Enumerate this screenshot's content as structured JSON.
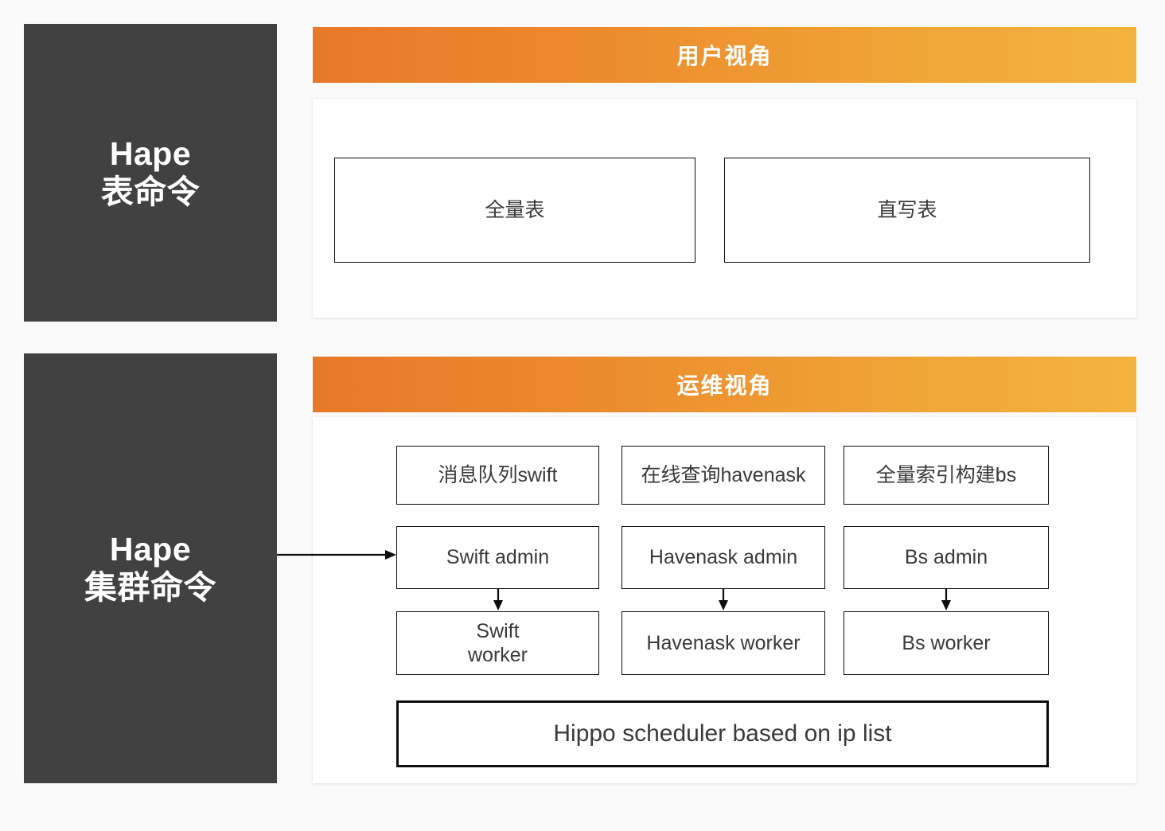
{
  "colors": {
    "panel_dark": "#414141",
    "header_gradient_start": "#e8782a",
    "header_gradient_end": "#f3b43f",
    "page_background": "#fafafa",
    "node_border": "#0d0d0d",
    "node_text": "#3a3a3a"
  },
  "sections": [
    {
      "id": "user-view",
      "side_label_en": "Hape",
      "side_label_cn": "表命令",
      "header_title": "用户视角",
      "boxes": [
        {
          "label": "全量表"
        },
        {
          "label": "直写表"
        }
      ]
    },
    {
      "id": "ops-view",
      "side_label_en": "Hape",
      "side_label_cn": "集群命令",
      "header_title": "运维视角",
      "columns": [
        {
          "component": "消息队列swift",
          "admin": "Swift admin",
          "worker": "Swift\nworker"
        },
        {
          "component": "在线查询havenask",
          "admin": "Havenask admin",
          "worker": "Havenask worker"
        },
        {
          "component": "全量索引构建bs",
          "admin": "Bs admin",
          "worker": "Bs worker"
        }
      ],
      "footer_box": "Hippo scheduler based on ip list"
    }
  ]
}
